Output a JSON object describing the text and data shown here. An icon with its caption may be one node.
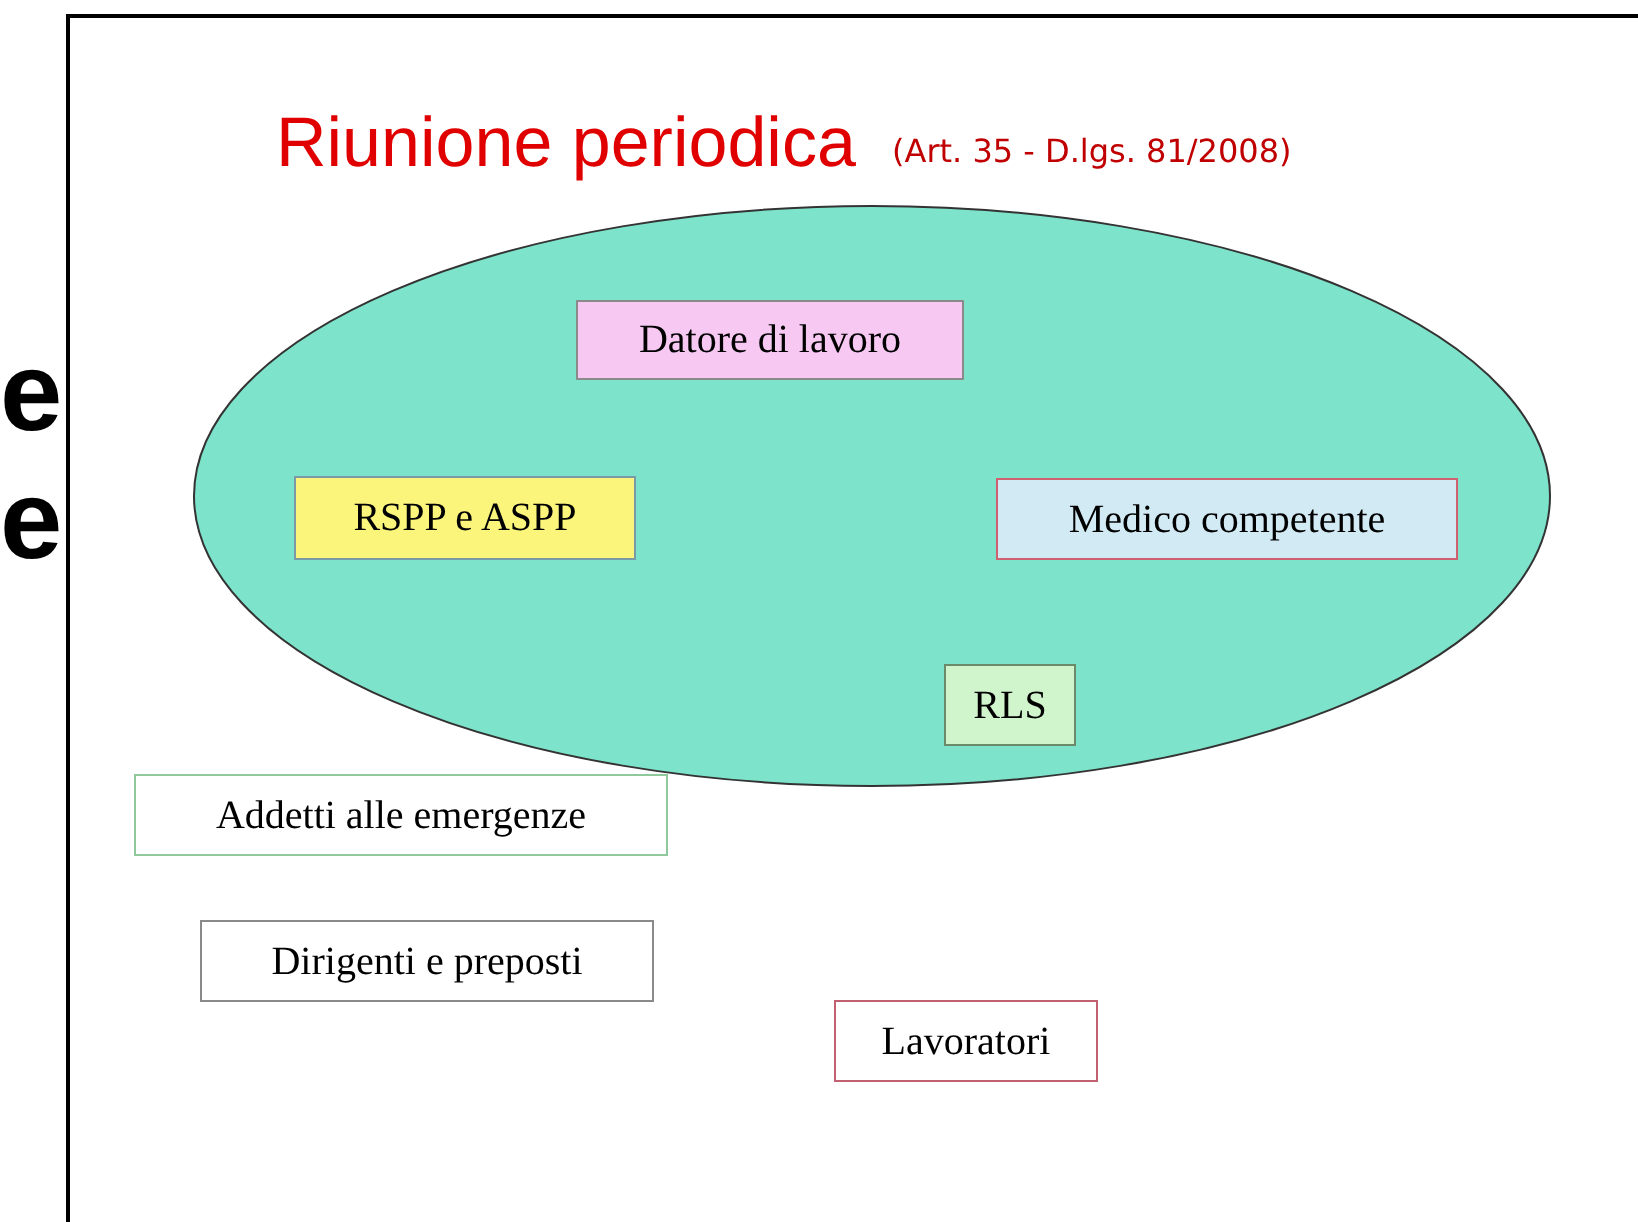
{
  "diagram": {
    "title": "Riunione periodica",
    "nodes": [
      {
        "text": [],
        "shape": "ellipse"
      },
      {
        "text": [
          "Datore di lavoro"
        ],
        "in": 0
      },
      {
        "text": [
          "RSPP e ASPP"
        ],
        "in": 0
      },
      {
        "text": [
          "Medico competente"
        ],
        "in": 0
      },
      {
        "text": [
          "RLS"
        ],
        "in": 0
      },
      {
        "text": [
          "Addetti alle emergenze"
        ]
      },
      {
        "text": [
          "Dirigenti e preposti"
        ]
      },
      {
        "text": [
          "Lavoratori"
        ]
      }
    ],
    "labels": [
      "(Art. 35 - D.lgs. 81/2008)",
      "e",
      "e"
    ]
  }
}
